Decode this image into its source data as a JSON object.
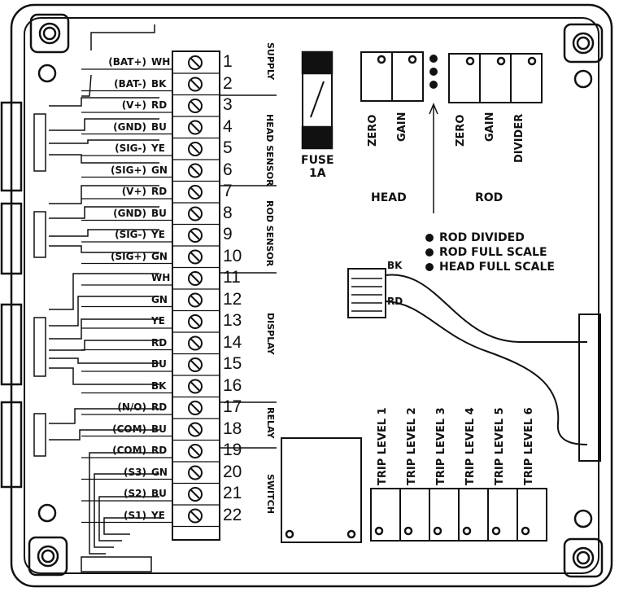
{
  "terminals": [
    {
      "num": "1",
      "signal": "(BAT+)",
      "color": "WH"
    },
    {
      "num": "2",
      "signal": "(BAT-)",
      "color": "BK"
    },
    {
      "num": "3",
      "signal": "(V+)",
      "color": "RD"
    },
    {
      "num": "4",
      "signal": "(GND)",
      "color": "BU"
    },
    {
      "num": "5",
      "signal": "(SIG-)",
      "color": "YE"
    },
    {
      "num": "6",
      "signal": "(SIG+)",
      "color": "GN"
    },
    {
      "num": "7",
      "signal": "(V+)",
      "color": "RD"
    },
    {
      "num": "8",
      "signal": "(GND)",
      "color": "BU"
    },
    {
      "num": "9",
      "signal": "(SIG-)",
      "color": "YE"
    },
    {
      "num": "10",
      "signal": "(SIG+)",
      "color": "GN"
    },
    {
      "num": "11",
      "signal": "",
      "color": "WH"
    },
    {
      "num": "12",
      "signal": "",
      "color": "GN"
    },
    {
      "num": "13",
      "signal": "",
      "color": "YE"
    },
    {
      "num": "14",
      "signal": "",
      "color": "RD"
    },
    {
      "num": "15",
      "signal": "",
      "color": "BU"
    },
    {
      "num": "16",
      "signal": "",
      "color": "BK"
    },
    {
      "num": "17",
      "signal": "(N/O)",
      "color": "RD"
    },
    {
      "num": "18",
      "signal": "(COM)",
      "color": "BU"
    },
    {
      "num": "19",
      "signal": "(COM)",
      "color": "RD"
    },
    {
      "num": "20",
      "signal": "(S3)",
      "color": "GN"
    },
    {
      "num": "21",
      "signal": "(S2)",
      "color": "BU"
    },
    {
      "num": "22",
      "signal": "(S1)",
      "color": "YE"
    }
  ],
  "groups": {
    "supply": "SUPPLY",
    "head_sensor": "HEAD SENSOR",
    "rod_sensor": "ROD SENSOR",
    "display": "DISPLAY",
    "relay": "RELAY",
    "switch": "SWITCH"
  },
  "fuse": {
    "label": "FUSE",
    "rating": "1A"
  },
  "head": {
    "title": "HEAD",
    "pots": [
      "ZERO",
      "GAIN"
    ]
  },
  "rod": {
    "title": "ROD",
    "pots": [
      "ZERO",
      "GAIN",
      "DIVIDER"
    ]
  },
  "legend": [
    "ROD DIVIDED",
    "ROD FULL SCALE",
    "HEAD FULL SCALE"
  ],
  "connector_wires": [
    "BK",
    "RD"
  ],
  "trip_levels": [
    "TRIP LEVEL 1",
    "TRIP LEVEL 2",
    "TRIP LEVEL 3",
    "TRIP LEVEL 4",
    "TRIP LEVEL 5",
    "TRIP LEVEL 6"
  ],
  "colors": {
    "ink": "#111111",
    "paper": "#ffffff"
  }
}
